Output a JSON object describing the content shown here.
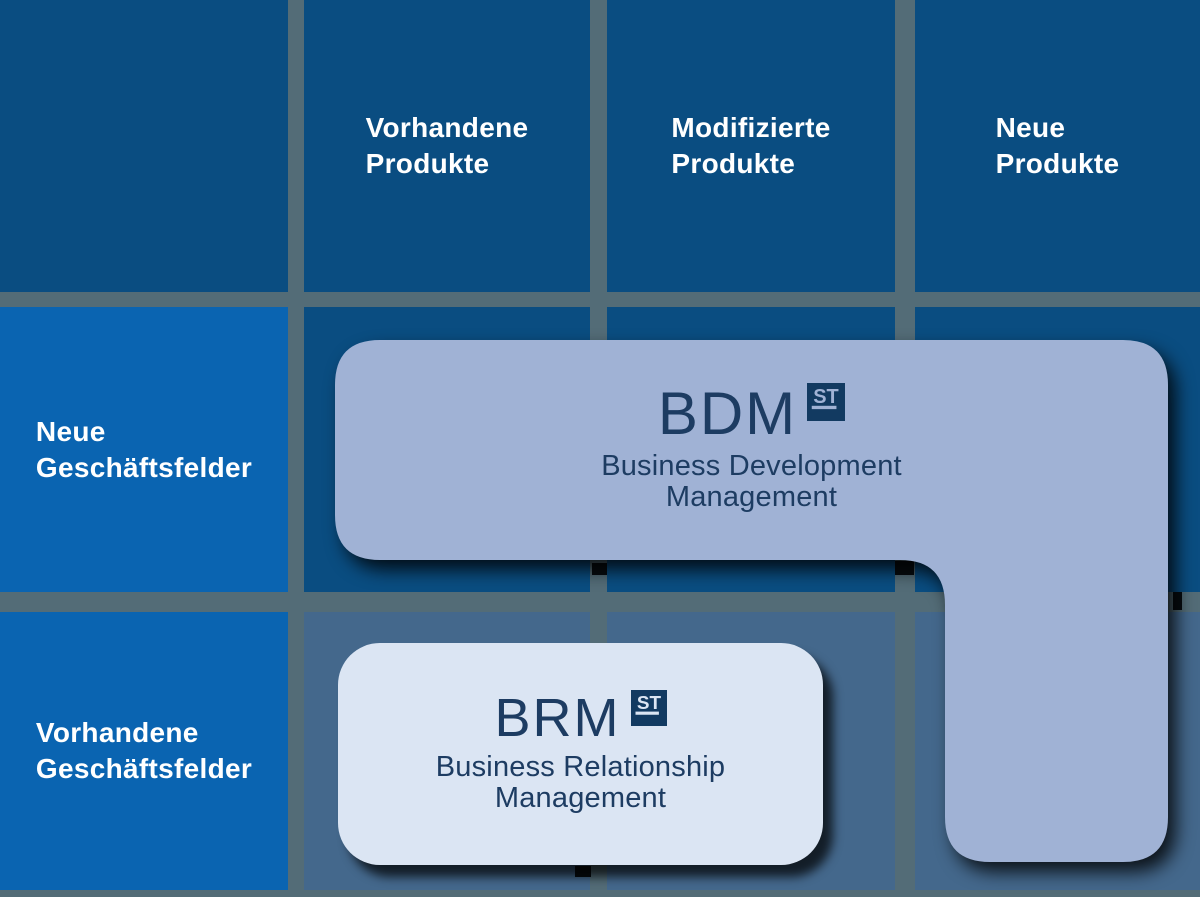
{
  "grid": {
    "column_headers": [
      {
        "label": "Vorhandene\nProdukte"
      },
      {
        "label": "Modifizierte\nProdukte"
      },
      {
        "label": "Neue\nProdukte"
      }
    ],
    "row_headers": [
      {
        "label": "Neue\nGeschäftsfelder"
      },
      {
        "label": "Vorhandene\nGeschäftsfelder"
      }
    ]
  },
  "boxes": {
    "bdm": {
      "abbr": "BDM",
      "logo_text": "ST",
      "name": "Business Development\nManagement"
    },
    "brm": {
      "abbr": "BRM",
      "logo_text": "ST",
      "name": "Business Relationship\nManagement"
    }
  },
  "colors": {
    "cell_navy": "#0a4d81",
    "cell_blue": "#0a64b1",
    "cell_steel": "#44688c",
    "background_gap": "#536c77",
    "bdm_fill": "#a0b2d5",
    "brm_fill": "#dbe5f3",
    "text_dark": "#1d3c62",
    "text_white": "#ffffff",
    "logo_square": "#123a61"
  }
}
